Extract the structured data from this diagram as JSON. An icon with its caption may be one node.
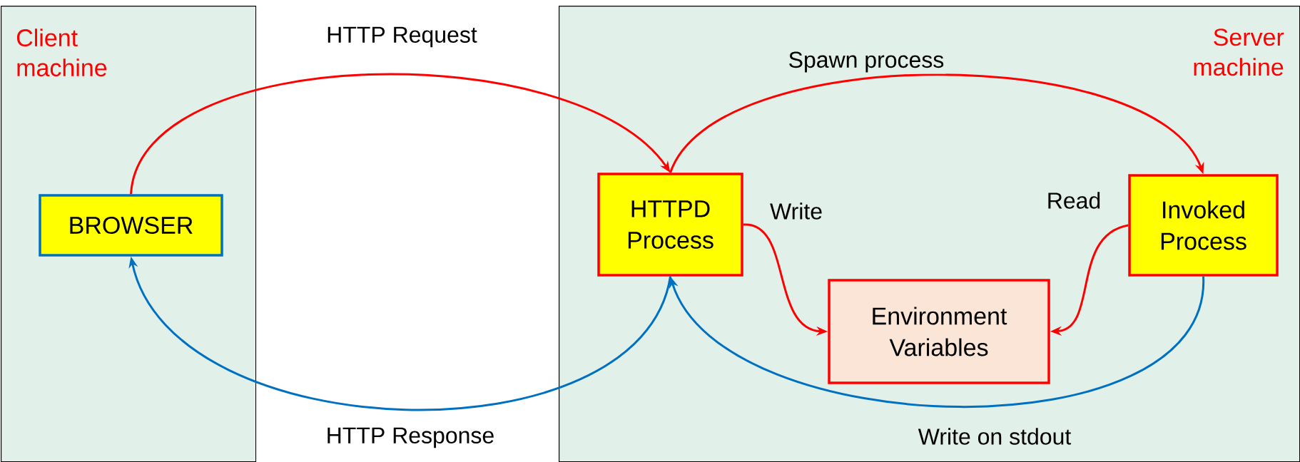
{
  "diagram": {
    "nodes": [
      {
        "text": [
          "Client machine"
        ]
      },
      {
        "text": [
          "Server machine"
        ]
      },
      {
        "text": [
          "BROWSER"
        ],
        "in": 0
      },
      {
        "text": [
          "HTTPD Process"
        ],
        "in": 1
      },
      {
        "text": [
          "Invoked Process"
        ],
        "in": 1
      },
      {
        "text": [
          "Environment Variables"
        ],
        "in": 1
      }
    ],
    "edges": [
      {
        "from": 2,
        "to": 3,
        "arrow": "to",
        "label": "HTTP Request"
      },
      {
        "from": 3,
        "to": 4,
        "arrow": "to",
        "label": "Spawn process"
      },
      {
        "from": 3,
        "to": 5,
        "arrow": "to",
        "label": "Write"
      },
      {
        "from": 4,
        "to": 5,
        "arrow": "to",
        "label": "Read"
      },
      {
        "from": 4,
        "to": 3,
        "arrow": "to",
        "label": "Write on stdout",
        "color": "#0070c0"
      },
      {
        "from": 3,
        "to": 2,
        "arrow": "to",
        "label": "HTTP Response",
        "color": "#0070c0"
      }
    ]
  }
}
